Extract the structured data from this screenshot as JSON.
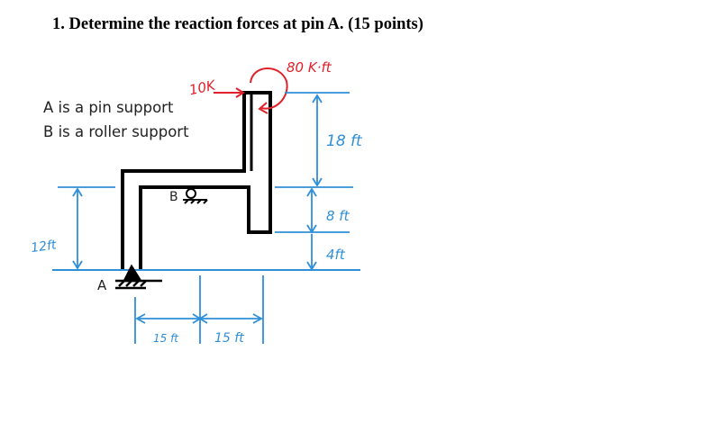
{
  "question": "1.   Determine the reaction forces at pin A.  (15 points)",
  "notes": {
    "line1": "A is a pin support",
    "line2": "B is a roller support"
  },
  "loads": {
    "force_label": "10K",
    "moment_label": "80 K·ft"
  },
  "supports": {
    "a_label": "A",
    "b_label": "B"
  },
  "dimensions": {
    "top_vertical": "18 ft",
    "right_mid": "8 ft",
    "right_low": "4ft",
    "left_height": "12ft",
    "bottom_left": "15 ft",
    "bottom_right": "15 ft"
  },
  "colors": {
    "ink": "#000000",
    "load": "#e0202a",
    "dimension": "#2f8fd8"
  }
}
